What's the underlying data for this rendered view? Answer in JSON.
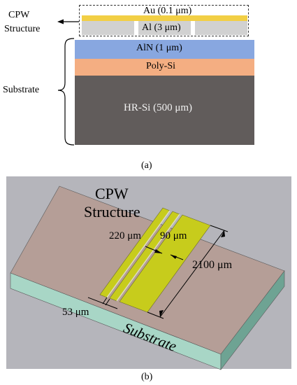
{
  "panel_a": {
    "side_labels": {
      "cpw_line1": "CPW",
      "cpw_line2": "Structure",
      "substrate": "Substrate"
    },
    "layers": {
      "au": "Au (0.1 μm)",
      "al": "Al (3 μm)",
      "aln": "AlN (1 μm)",
      "polysi": "Poly-Si",
      "hrsi": "HR-Si (500 μm)"
    },
    "caption": "(a)"
  },
  "panel_b": {
    "title_line1": "CPW",
    "title_line2": "Structure",
    "dims": {
      "d220": "220 μm",
      "d90": "90 μm",
      "d2100": "2100 μm",
      "d53": "53 μm"
    },
    "substrate_label": "Substrate",
    "caption": "(b)"
  },
  "colors": {
    "au": "#f2cf45",
    "al": "#d1d1d1",
    "aln": "#88a7e0",
    "polysi": "#f4ae82",
    "hrsi": "#615c5b",
    "b_bg": "#b5b5bb",
    "b_top": "#b59e97",
    "b_front": "#a8d6c6",
    "b_side": "#6ea393",
    "metal": "#c7cc1c"
  }
}
